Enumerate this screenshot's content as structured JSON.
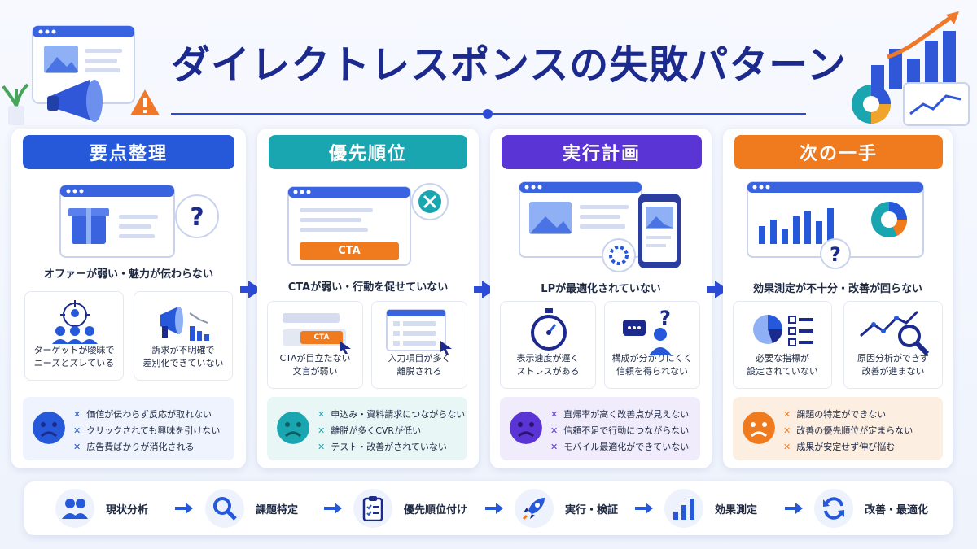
{
  "title": "ダイレクトレスポンスの失敗パターン",
  "colors": {
    "blue": "#2559d9",
    "teal": "#1aa6b0",
    "purple": "#5b34d6",
    "orange": "#f07a1e",
    "navy": "#1b2a8c"
  },
  "panels": [
    {
      "label": "要点整理",
      "headline": "オファーが弱い・魅力が伝わらない",
      "subs": [
        {
          "icon": "target-users-icon",
          "text": "ターゲットが曖昧で\nニーズとズレている"
        },
        {
          "icon": "megaphone-chart-icon",
          "text": "訴求が不明確で\n差別化できていない"
        }
      ],
      "face": "sad-face-icon",
      "bullets": [
        "価値が伝わらず反応が取れない",
        "クリックされても興味を引けない",
        "広告費ばかりが消化される"
      ]
    },
    {
      "label": "優先順位",
      "headline": "CTAが弱い・行動を促せていない",
      "cta": "CTA",
      "subs": [
        {
          "icon": "cta-button-icon",
          "text": "CTAが目立たない\n文言が弱い",
          "cta": "CTA"
        },
        {
          "icon": "form-icon",
          "text": "入力項目が多く\n離脱される"
        }
      ],
      "face": "sad-face-icon",
      "bullets": [
        "申込み・資料請求につながらない",
        "離脱が多くCVRが低い",
        "テスト・改善がされていない"
      ]
    },
    {
      "label": "実行計画",
      "headline": "LPが最適化されていない",
      "subs": [
        {
          "icon": "stopwatch-icon",
          "text": "表示速度が遅く\nストレスがある"
        },
        {
          "icon": "confused-user-icon",
          "text": "構成が分かりにくく\n信頼を得られない"
        }
      ],
      "face": "sad-face-icon",
      "bullets": [
        "直帰率が高く改善点が見えない",
        "信頼不足で行動につながらない",
        "モバイル最適化ができていない"
      ]
    },
    {
      "label": "次の一手",
      "headline": "効果測定が不十分・改善が回らない",
      "subs": [
        {
          "icon": "pie-checklist-icon",
          "text": "必要な指標が\n設定されていない"
        },
        {
          "icon": "trend-magnifier-icon",
          "text": "原因分析ができず\n改善が進まない"
        }
      ],
      "face": "sad-face-icon",
      "bullets": [
        "課題の特定ができない",
        "改善の優先順位が定まらない",
        "成果が安定せず伸び悩む"
      ]
    }
  ],
  "flow": [
    {
      "label": "現状分析",
      "icon": "users-icon"
    },
    {
      "label": "課題特定",
      "icon": "search-icon"
    },
    {
      "label": "優先順位付け",
      "icon": "clipboard-icon"
    },
    {
      "label": "実行・検証",
      "icon": "rocket-icon"
    },
    {
      "label": "効果測定",
      "icon": "bar-chart-icon"
    },
    {
      "label": "改善・最適化",
      "icon": "refresh-icon"
    }
  ]
}
